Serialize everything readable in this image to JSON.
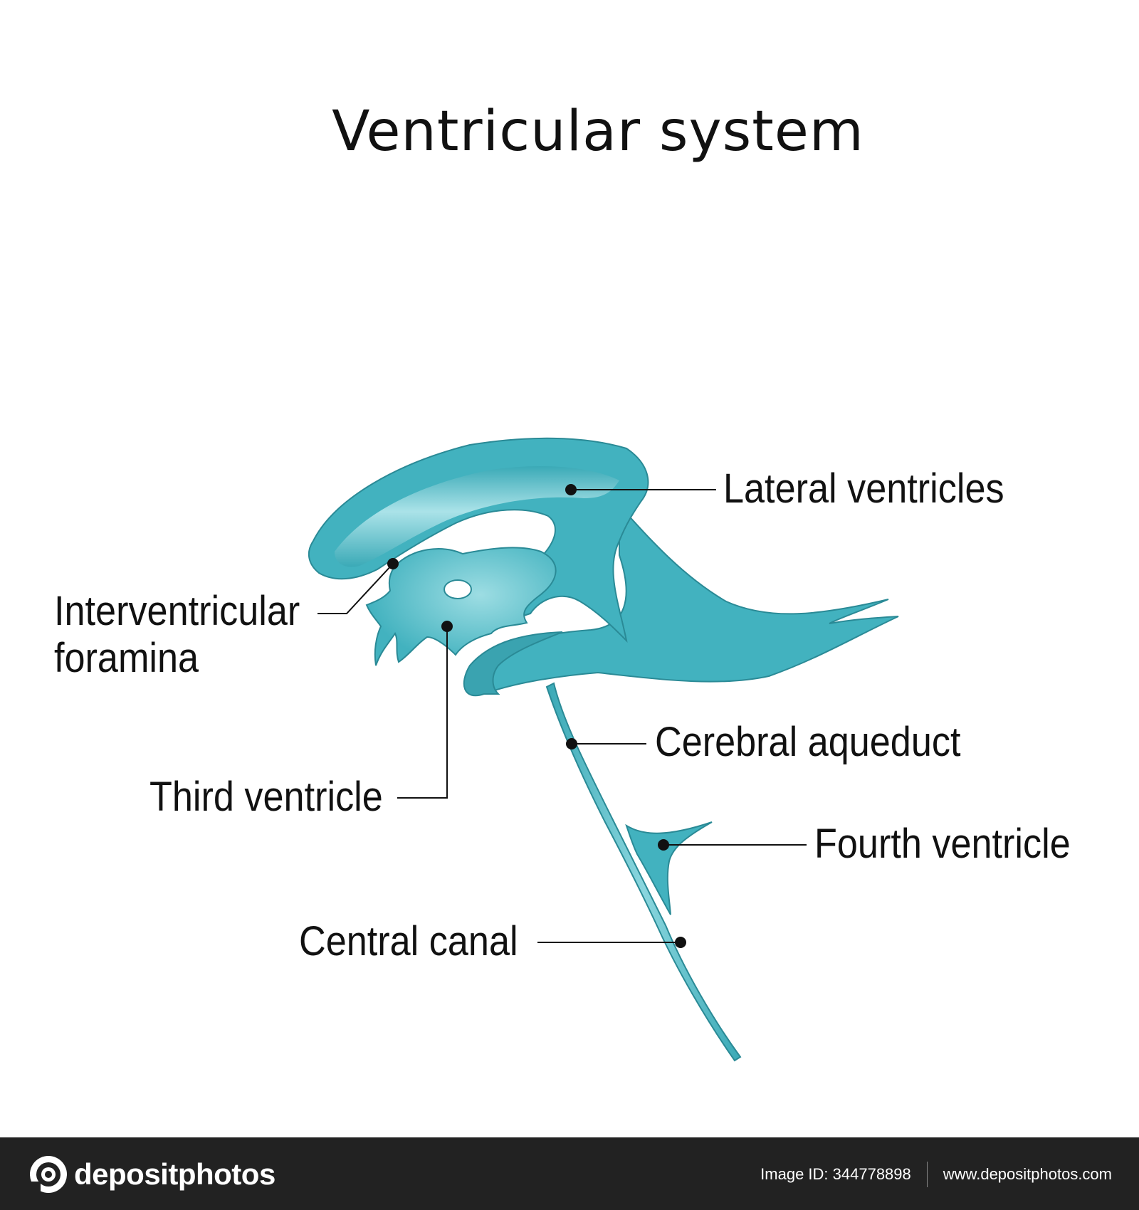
{
  "title": "Ventricular system",
  "labels": {
    "lateral_ventricles": "Lateral ventricles",
    "interventricular_foramina_line1": "Interventricular",
    "interventricular_foramina_line2": "foramina",
    "cerebral_aqueduct": "Cerebral aqueduct",
    "third_ventricle": "Third ventricle",
    "fourth_ventricle": "Fourth ventricle",
    "central_canal": "Central canal"
  },
  "colors": {
    "ventricle_fill": "#42b2bf",
    "ventricle_light": "#a8e2e8",
    "ventricle_outline": "#2a8a96",
    "footer_background": "#222222"
  },
  "footer": {
    "brand": "depositphotos",
    "image_id": "Image ID: 344778898",
    "website": "www.depositphotos.com"
  }
}
